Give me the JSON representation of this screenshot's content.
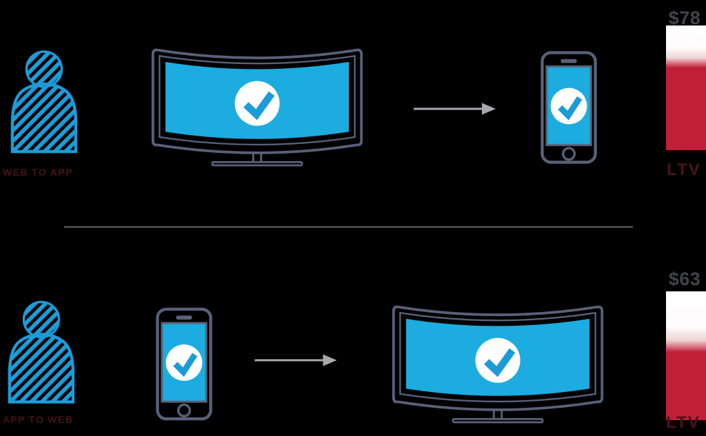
{
  "colors": {
    "person_blue": "#1B9CD8",
    "screen_cyan": "#1CACDF",
    "check_blue": "#1B9CD8",
    "device_outline": "#596078",
    "arrow_gray": "#A7A9AC",
    "divider_gray": "#4B4644",
    "bar_red": "#C11F38",
    "bar_white": "#FFFFFF",
    "value_text": "#43444A",
    "label_text": "#471318"
  },
  "rows": [
    {
      "label": "WEB TO APP",
      "source_device": "curved-tv",
      "target_device": "smartphone",
      "ltv_value": "$78",
      "ltv_label": "LTV"
    },
    {
      "label": "APP TO WEB",
      "source_device": "smartphone",
      "target_device": "curved-tv",
      "ltv_value": "$63",
      "ltv_label": "LTV"
    }
  ],
  "chart_data": {
    "type": "bar",
    "categories": [
      "WEB TO APP",
      "APP TO WEB"
    ],
    "values": [
      78,
      63
    ],
    "value_labels": [
      "$78",
      "$63"
    ],
    "ylabel": "LTV",
    "bar_style": "vertical gradient, white at top fading to red toward bottom",
    "red_fill_start_pct": [
      34,
      47
    ]
  }
}
